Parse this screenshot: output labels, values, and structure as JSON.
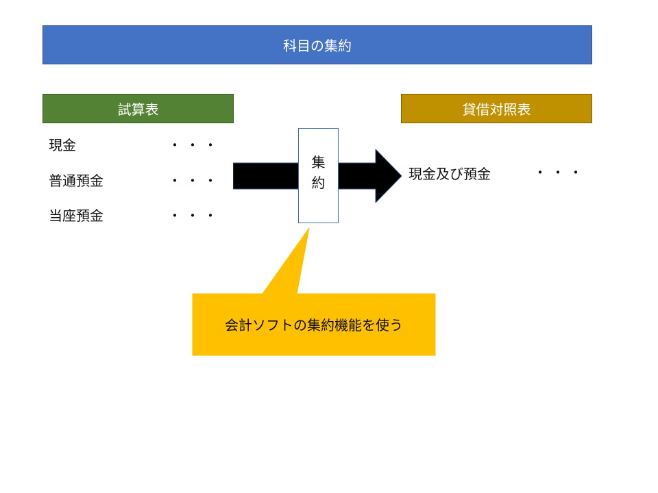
{
  "title": "科目の集約",
  "trial_balance": {
    "header": "試算表",
    "items": [
      {
        "label": "現金",
        "value": "・・・"
      },
      {
        "label": "普通預金",
        "value": "・・・"
      },
      {
        "label": "当座預金",
        "value": "・・・"
      }
    ]
  },
  "aggregation": {
    "line1": "集",
    "line2": "約"
  },
  "balance_sheet": {
    "header": "貸借対照表",
    "items": [
      {
        "label": "現金及び預金",
        "value": "・・・"
      }
    ]
  },
  "callout": {
    "text": "会計ソフトの集約機能を使う"
  },
  "colors": {
    "title_fill": "#4472c4",
    "trial_balance_fill": "#548235",
    "balance_sheet_fill": "#bf9000",
    "callout_fill": "#ffc000",
    "arrow_fill": "#000000"
  }
}
